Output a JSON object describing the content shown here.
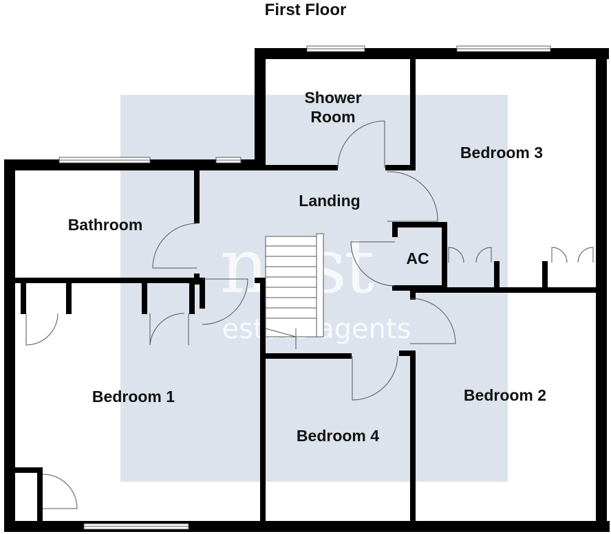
{
  "floor_title": "First Floor",
  "rooms": {
    "shower_room_line1": "Shower",
    "shower_room_line2": "Room",
    "bedroom3": "Bedroom 3",
    "landing": "Landing",
    "bathroom": "Bathroom",
    "ac": "AC",
    "bedroom1": "Bedroom 1",
    "bedroom2": "Bedroom 2",
    "bedroom4": "Bedroom 4"
  },
  "watermark": {
    "brand": "nest",
    "tagline": "estate agents"
  },
  "colors": {
    "wall": "#000000",
    "watermark_bg": "#dde3ec",
    "line": "#555555"
  }
}
